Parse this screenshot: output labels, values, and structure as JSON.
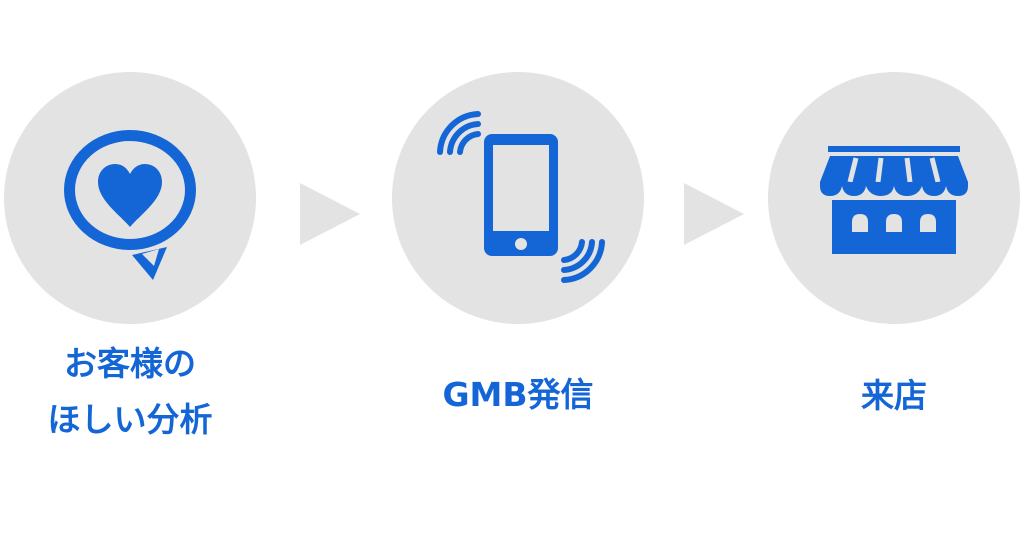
{
  "steps": [
    {
      "id": "analysis",
      "icon": "heart-speech-bubble-icon",
      "label_lines": [
        "お客様の",
        "ほしい分析"
      ]
    },
    {
      "id": "gmb",
      "icon": "vibrating-smartphone-icon",
      "label_lines": [
        "GMB発信"
      ]
    },
    {
      "id": "visit",
      "icon": "storefront-icon",
      "label_lines": [
        "来店"
      ]
    }
  ],
  "colors": {
    "accent": "#1466d6",
    "circle": "#e3e3e3",
    "arrow": "#e3e3e3"
  }
}
